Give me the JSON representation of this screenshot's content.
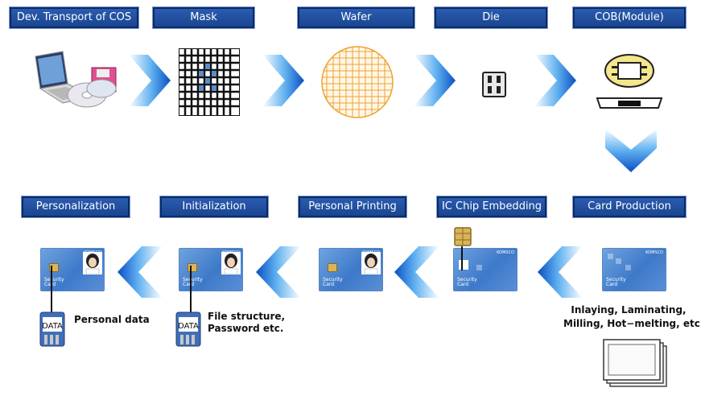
{
  "steps_top": [
    "Dev. Transport of COS",
    "Mask",
    "Wafer",
    "Die",
    "COB(Module)"
  ],
  "steps_bottom": [
    "Card Production",
    "IC Chip Embedding",
    "Personal Printing",
    "Initialization",
    "Personalization"
  ],
  "card_text": {
    "brand": "KOMSCO",
    "security": "Security",
    "card": "Card"
  },
  "data_label": "DATA",
  "notes": {
    "personal_data": "Personal data",
    "file_structure_1": "File structure,",
    "file_structure_2": "Password etc.",
    "inlaying_1": "Inlaying, Laminating,",
    "inlaying_2": "Milling, Hot−melting, etc"
  },
  "colors": {
    "label_bg": "#1f4e9b",
    "arrow": "#1a6fd6",
    "wafer": "#f0a030"
  }
}
